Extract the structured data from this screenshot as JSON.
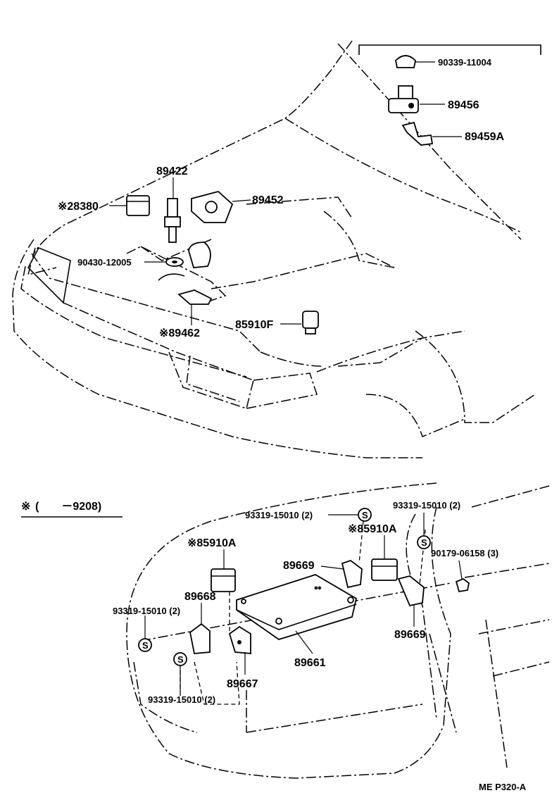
{
  "diagram_code": "ME P320-A",
  "note": {
    "mark": "※",
    "text": "(　　－9208)"
  },
  "parts": {
    "p90339": "90339-11004",
    "p89456": "89456",
    "p89459A": "89459A",
    "p89422": "89422",
    "p28380": "※28380",
    "p89452": "89452",
    "p90430": "90430-12005",
    "p85910F": "85910F",
    "p89462": "※89462",
    "p93319a": "93319-15010 (2)",
    "p93319b": "93319-15010 (2)",
    "p85910A_r": "※85910A",
    "p85910A_l": "※85910A",
    "p89669_a": "89669",
    "p90179": "90179-06158 (3)",
    "p89668": "89668",
    "p93319c": "93319-15010 (2)",
    "p89669_b": "89669",
    "p89661": "89661",
    "p89667": "89667",
    "p93319d": "93319-15010 (2)"
  },
  "symbols": {
    "s_mark": "S"
  }
}
